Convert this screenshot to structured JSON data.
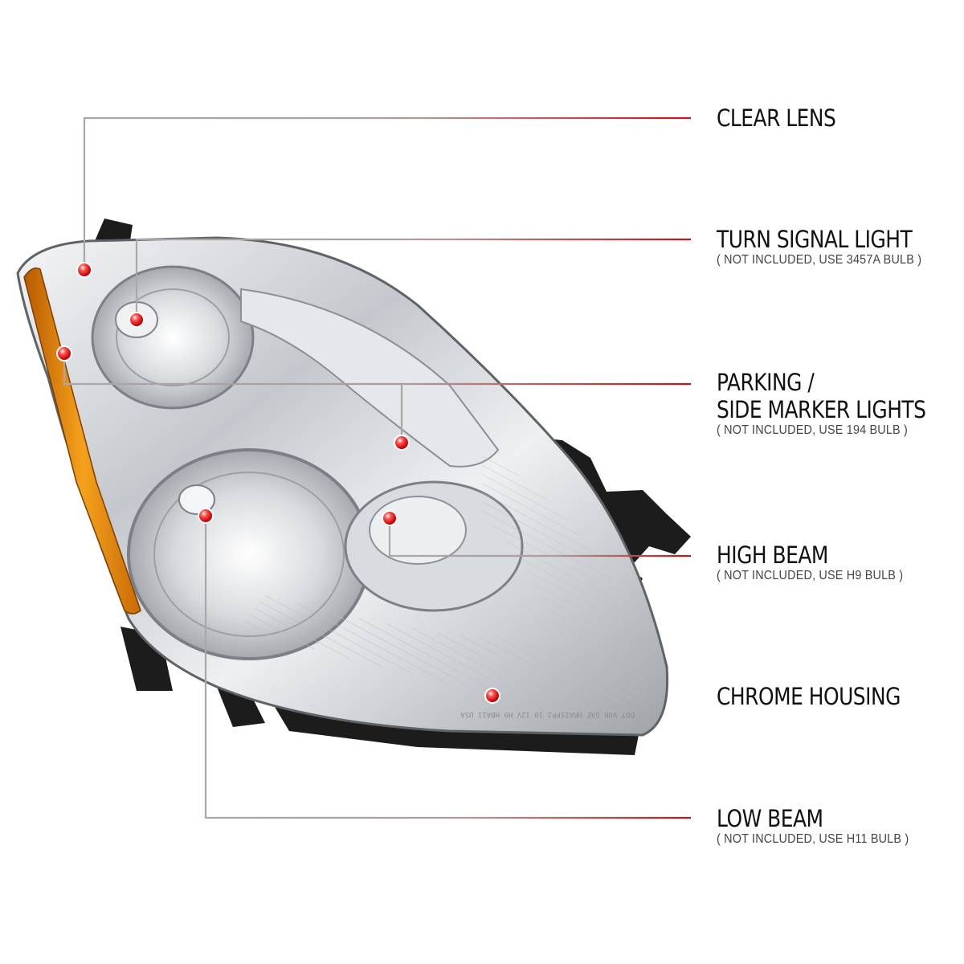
{
  "colors": {
    "accent_red": "#c0151a",
    "leader_gray": "#9a9a9a",
    "amber": "#e98a14",
    "chrome": "#c9ccd0",
    "housing_black": "#1a1a1a"
  },
  "callouts": [
    {
      "id": "clear-lens",
      "title": "CLEAR LENS",
      "note": ""
    },
    {
      "id": "turn-signal",
      "title": "TURN SIGNAL LIGHT",
      "note": "( NOT INCLUDED, USE  3457A  BULB )"
    },
    {
      "id": "parking",
      "title": "PARKING /",
      "title2": "SIDE MARKER LIGHTS",
      "note": "( NOT INCLUDED, USE  194  BULB )"
    },
    {
      "id": "high-beam",
      "title": "HIGH BEAM",
      "note": "( NOT INCLUDED, USE  H9  BULB )"
    },
    {
      "id": "chrome-housing",
      "title": "CHROME HOUSING",
      "note": ""
    },
    {
      "id": "low-beam",
      "title": "LOW BEAM",
      "note": "( NOT INCLUDED, USE  H11  BULB )"
    }
  ],
  "lens_imprint": "DOT VOR SAE HRAISPP2 10 12V H9 HBA11 USA",
  "icons": {
    "marker_dot": "red-sphere-icon",
    "product": "headlight-assembly-image"
  }
}
